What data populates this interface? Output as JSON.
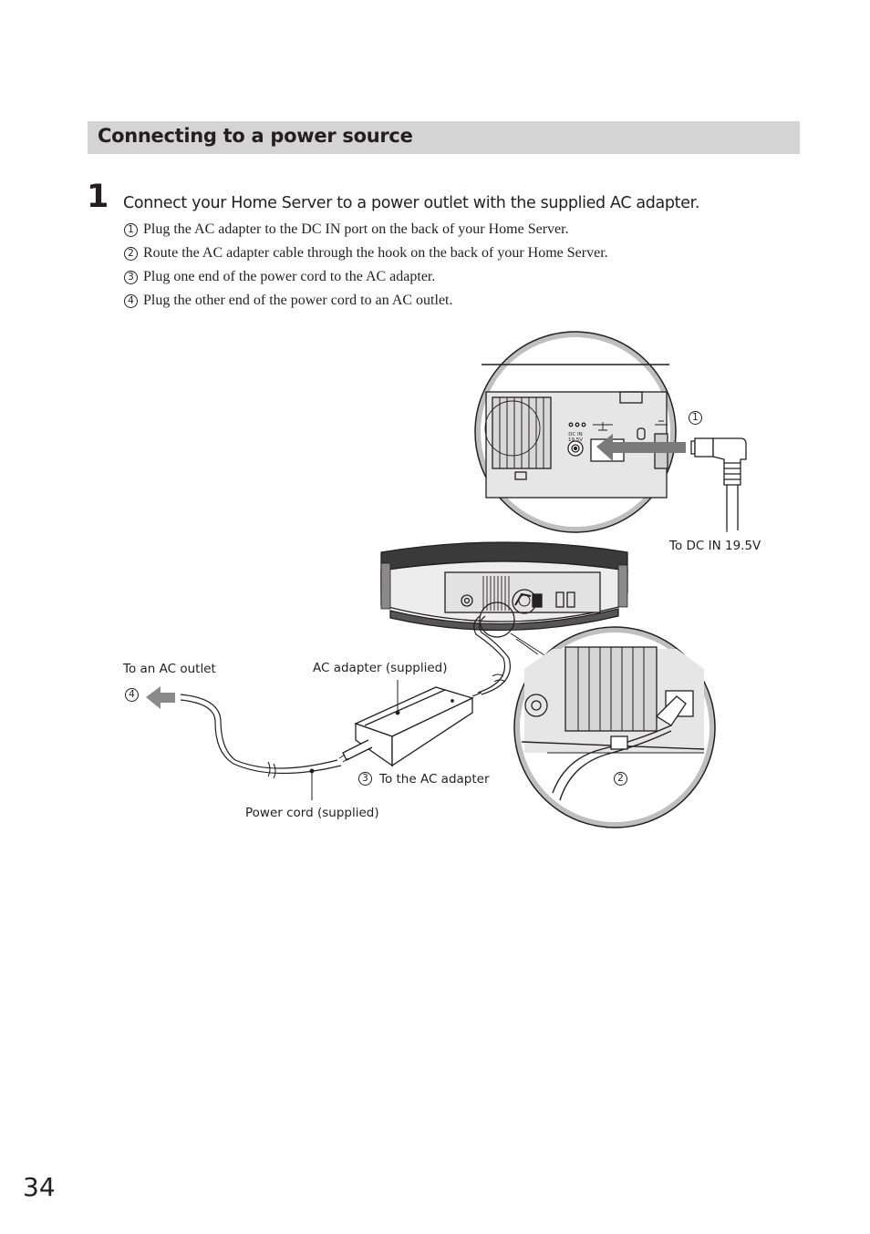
{
  "section": {
    "title": "Connecting to a power source"
  },
  "step": {
    "number": "1",
    "text": "Connect your Home Server to a power outlet with the supplied AC adapter.",
    "substeps": [
      {
        "num": "1",
        "text": "Plug the AC adapter to the DC IN port on the back of your Home Server."
      },
      {
        "num": "2",
        "text": "Route the AC adapter cable through the hook on the back of your Home Server."
      },
      {
        "num": "3",
        "text": "Plug one end of the power cord to the AC adapter."
      },
      {
        "num": "4",
        "text": "Plug the other end of the power cord to an AC outlet."
      }
    ]
  },
  "figure": {
    "callout_1": "1",
    "callout_2": "2",
    "callout_3": "3",
    "callout_4": "4",
    "label_dc_in": "To DC IN 19.5V",
    "label_ac_outlet": "To an AC outlet",
    "label_ac_adapter": "AC adapter (supplied)",
    "label_to_ac_adapter": "To the AC adapter",
    "label_power_cord": "Power cord (supplied)",
    "port_dc_label": "DC IN",
    "port_dc_voltage": "19.5V"
  },
  "page_number": "34"
}
